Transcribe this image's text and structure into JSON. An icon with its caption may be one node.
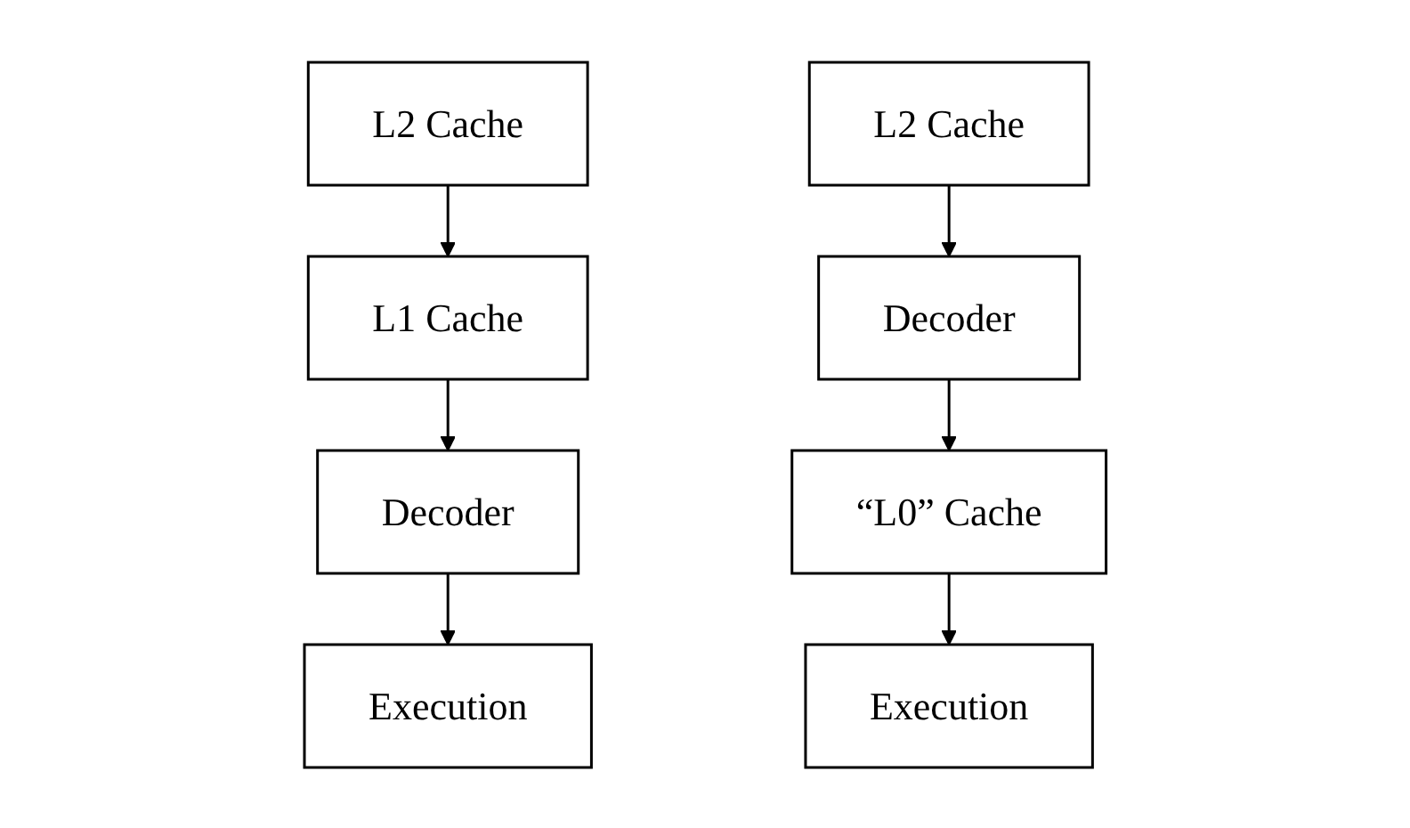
{
  "diagram": {
    "nodes": [
      {
        "text": [
          "L2 Cache"
        ]
      },
      {
        "text": [
          "L1 Cache"
        ]
      },
      {
        "text": [
          "Decoder"
        ]
      },
      {
        "text": [
          "Execution"
        ]
      },
      {
        "text": [
          "L2 Cache"
        ]
      },
      {
        "text": [
          "Decoder"
        ]
      },
      {
        "text": [
          "“L0” Cache"
        ]
      },
      {
        "text": [
          "Execution"
        ]
      }
    ],
    "edges": [
      {
        "from": 0,
        "to": 1,
        "arrow": "to"
      },
      {
        "from": 1,
        "to": 2,
        "arrow": "to"
      },
      {
        "from": 2,
        "to": 3,
        "arrow": "to"
      },
      {
        "from": 4,
        "to": 5,
        "arrow": "to"
      },
      {
        "from": 5,
        "to": 6,
        "arrow": "to"
      },
      {
        "from": 6,
        "to": 7,
        "arrow": "to"
      }
    ]
  }
}
